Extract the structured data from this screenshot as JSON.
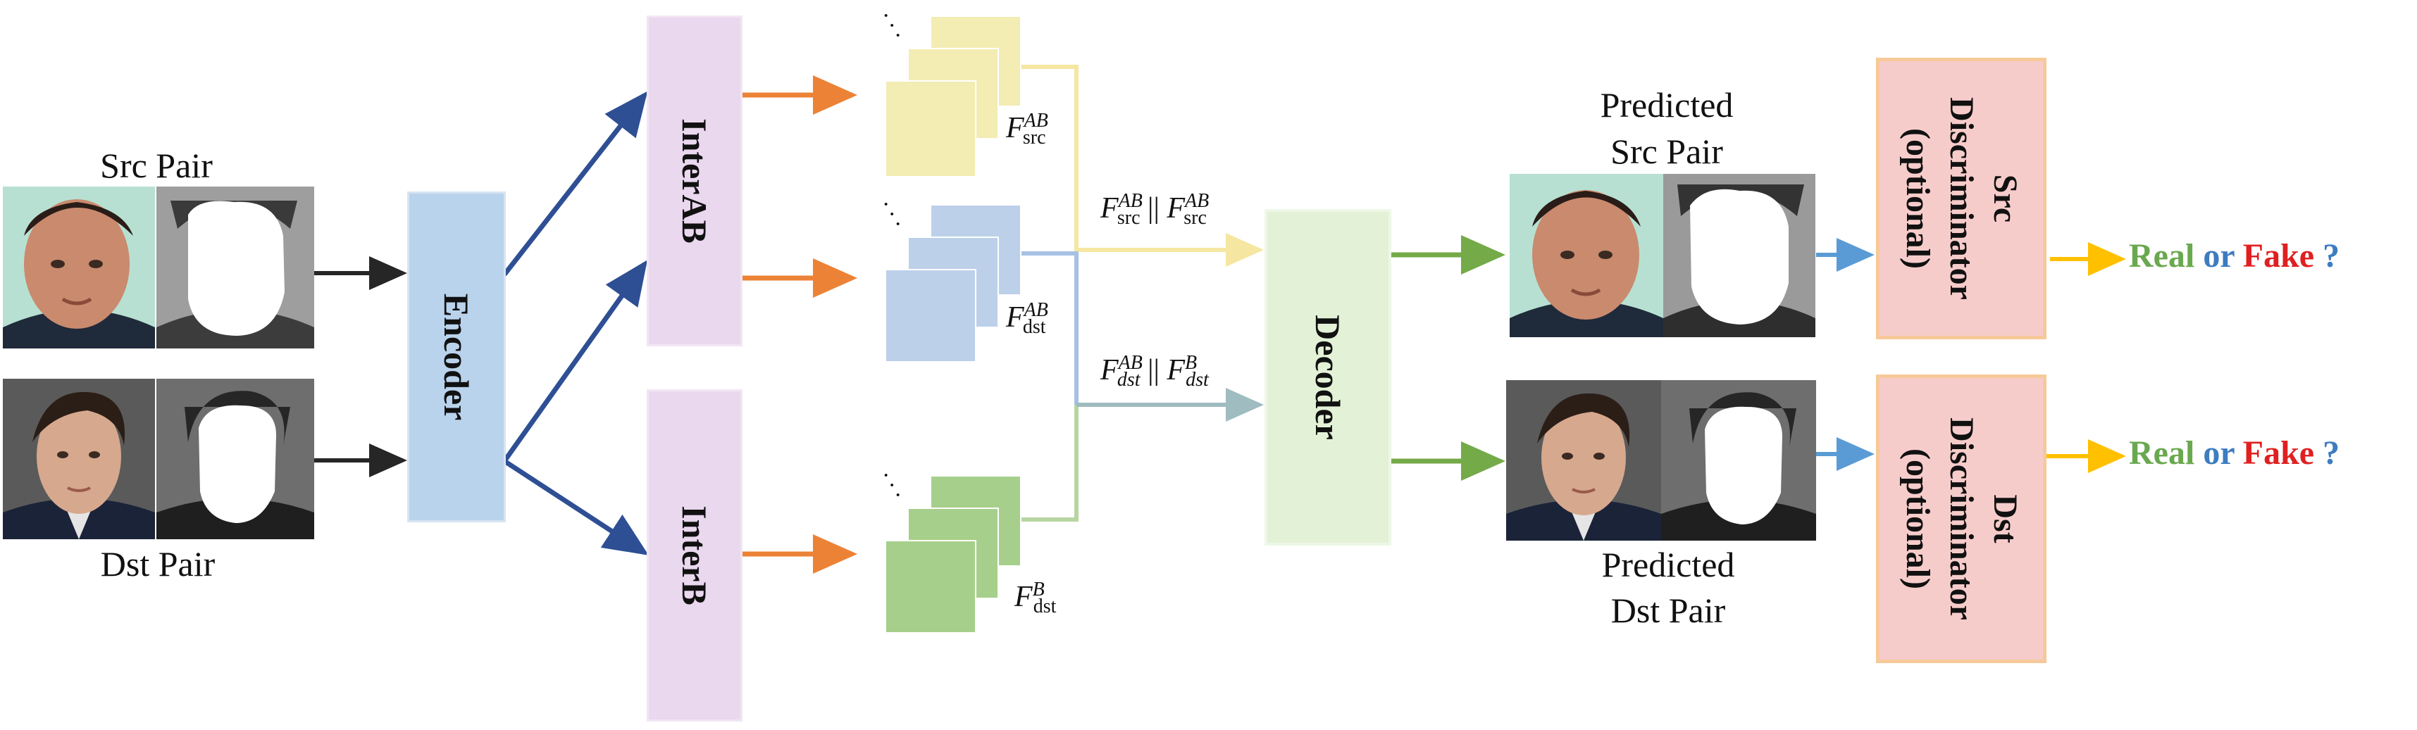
{
  "labels": {
    "src_pair": "Src Pair",
    "dst_pair": "Dst Pair",
    "encoder": "Encoder",
    "inter_ab": "InterAB",
    "inter_b": "InterB",
    "decoder": "Decoder",
    "predicted_src_line1": "Predicted",
    "predicted_src_line2": "Src Pair",
    "predicted_dst_line1": "Predicted",
    "predicted_dst_line2": "Dst Pair",
    "src_disc_title": "Src",
    "dst_disc_title": "Dst",
    "disc_name": "Discriminator",
    "disc_optional": "(optional)"
  },
  "features": {
    "f_base": "F",
    "src_sub": "src",
    "dst_sub": "dst",
    "ab_sup": "AB",
    "b_sup": "B",
    "concat_dst_sub": "dst",
    "concat_sep": "||"
  },
  "outputs": {
    "real": "Real",
    "or": "or",
    "fake": "Fake",
    "q": "?"
  },
  "colors": {
    "encoder": "#bad3ec",
    "inter": "#ead8ef",
    "decoder": "#e3f1d6",
    "discriminator": "#f6cccb",
    "discriminator_border": "#f7c999",
    "feat_src": "#f3ecb3",
    "feat_ab": "#bcd0ea",
    "feat_b": "#a6cf8b",
    "arrow_black": "#262626",
    "arrow_blue": "#2e4f94",
    "arrow_orange": "#ec8236",
    "arrow_green": "#74aa48",
    "arrow_lightblue": "#5b9bd5",
    "arrow_gold": "#ffc000",
    "line_yellow": "#f5e6a1",
    "line_blue": "#a7c1e4",
    "line_green": "#b7d6a2",
    "real_green": "#6aa84f",
    "or_blue": "#3d7cc0",
    "fake_red": "#e02020",
    "q_blue": "#3d7cc0"
  }
}
